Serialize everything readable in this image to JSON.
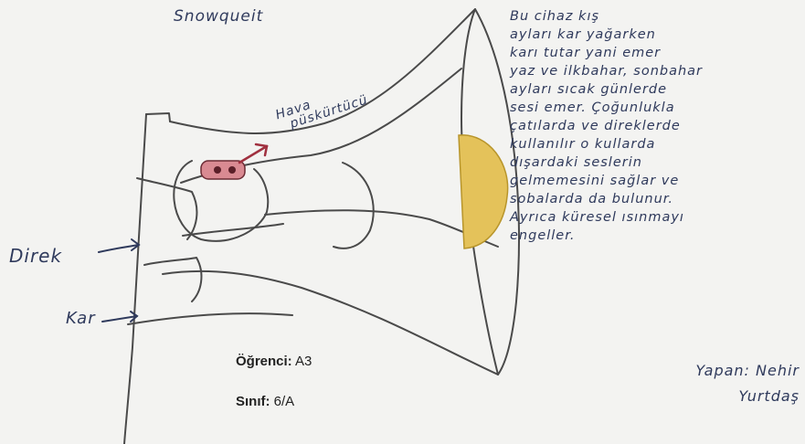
{
  "drawing": {
    "title": "Snowqueit",
    "labels": {
      "direk": "Direk",
      "kar": "Kar",
      "hava_line1": "Hava",
      "hava_line2": "püskürtücü"
    }
  },
  "description": {
    "lines": [
      "Bu     cihaz   kış",
      "ayları   kar   yağarken",
      "karı   tutar  yani  emer",
      "yaz  ve  ilkbahar, sonbahar",
      "ayları  sıcak  günlerde",
      "sesi  emer. Çoğunlukla",
      "çatılarda  ve  direklerde",
      "kullanılır  o kullarda",
      "dışardaki  seslerin",
      "gelmemesini  sağlar ve",
      "sobalarda   da  bulunur.",
      "Ayrıca   küresel  ısınmayı",
      "engeller."
    ]
  },
  "signature": {
    "line1": "Yapan: Nehir",
    "line2": "Yurtdaş"
  },
  "student": {
    "ogrenci_label": "Öğrenci:",
    "ogrenci_value": "A3",
    "sinif_label": "Sınıf:",
    "sinif_value": "6/A"
  },
  "colors": {
    "ink": "#2f3a5c",
    "pencil": "#555555",
    "yellow_fill": "#e4c25a",
    "pink_fill": "#d98a92",
    "arrow_red": "#a0303f"
  }
}
